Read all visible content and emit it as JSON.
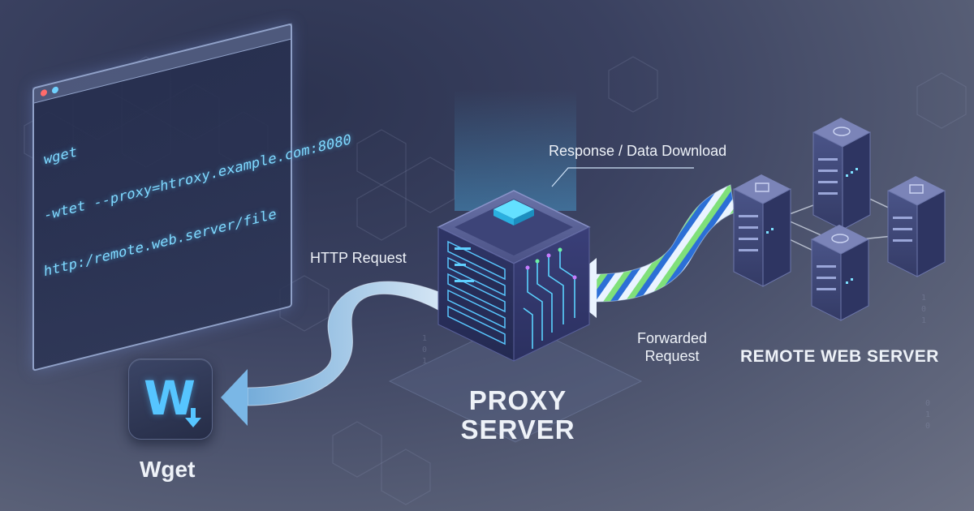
{
  "terminal": {
    "lines": [
      "wget",
      "-wtet --proxy=htroxy.example.com:8080",
      "http:/remote.web.server/file"
    ]
  },
  "wget_app": {
    "label": "Wget",
    "icon": "wget-download-icon",
    "glyph": "W"
  },
  "proxy": {
    "title_line1": "PROXY",
    "title_line2": "SERVER",
    "icon": "server-cube-icon"
  },
  "remote": {
    "label": "REMOTE WEB SERVER",
    "icon": "server-rack-icon"
  },
  "flows": {
    "http_request": "HTTP Request",
    "response": "Response / Data Download",
    "forwarded_line1": "Forwarded",
    "forwarded_line2": "Request"
  },
  "colors": {
    "accent_blue": "#56c5ff",
    "accent_green": "#7fe07a",
    "arrow_light": "#cfe7fb"
  }
}
